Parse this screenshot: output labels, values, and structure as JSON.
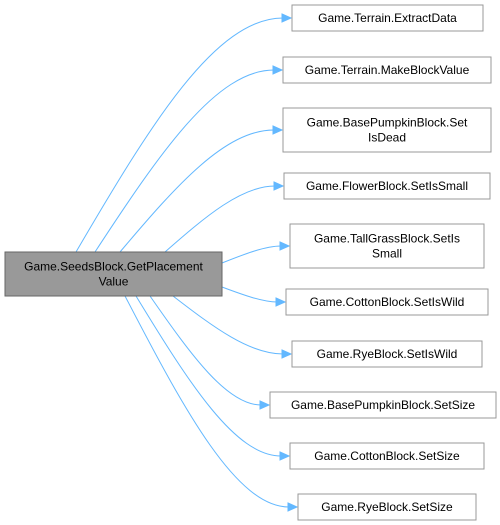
{
  "graph": {
    "source": {
      "id": "source",
      "lines": [
        "Game.SeedsBlock.GetPlacement",
        "Value"
      ]
    },
    "targets": [
      {
        "id": "t0",
        "lines": [
          "Game.Terrain.ExtractData"
        ]
      },
      {
        "id": "t1",
        "lines": [
          "Game.Terrain.MakeBlockValue"
        ]
      },
      {
        "id": "t2",
        "lines": [
          "Game.BasePumpkinBlock.Set",
          "IsDead"
        ]
      },
      {
        "id": "t3",
        "lines": [
          "Game.FlowerBlock.SetIsSmall"
        ]
      },
      {
        "id": "t4",
        "lines": [
          "Game.TallGrassBlock.SetIs",
          "Small"
        ]
      },
      {
        "id": "t5",
        "lines": [
          "Game.CottonBlock.SetIsWild"
        ]
      },
      {
        "id": "t6",
        "lines": [
          "Game.RyeBlock.SetIsWild"
        ]
      },
      {
        "id": "t7",
        "lines": [
          "Game.BasePumpkinBlock.SetSize"
        ]
      },
      {
        "id": "t8",
        "lines": [
          "Game.CottonBlock.SetSize"
        ]
      },
      {
        "id": "t9",
        "lines": [
          "Game.RyeBlock.SetSize"
        ]
      }
    ],
    "colors": {
      "edge": "#63b8ff",
      "source_fill": "#999999",
      "node_border": "#999999"
    }
  }
}
